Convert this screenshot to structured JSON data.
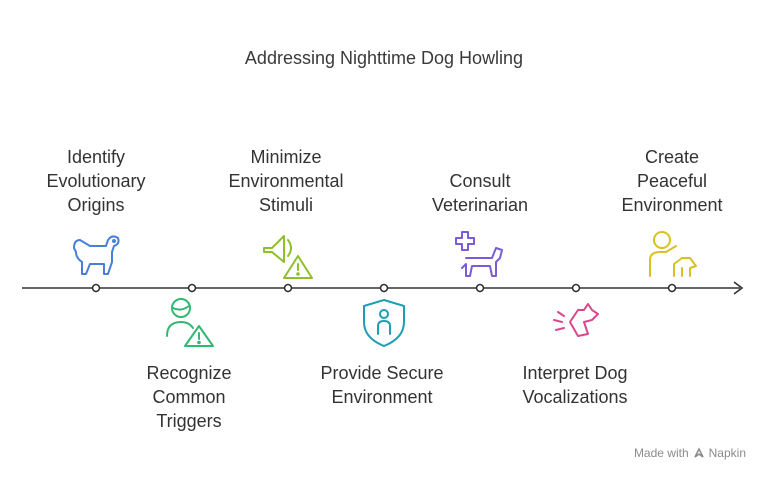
{
  "title": "Addressing Nighttime Dog Howling",
  "steps": [
    {
      "lines": [
        "Identify",
        "Evolutionary",
        "Origins"
      ],
      "icon": "dog-icon",
      "color": "#4a7fd9",
      "position": "above"
    },
    {
      "lines": [
        "Recognize",
        "Common",
        "Triggers"
      ],
      "icon": "person-warning-icon",
      "color": "#33b874",
      "position": "below"
    },
    {
      "lines": [
        "Minimize",
        "Environmental",
        "Stimuli"
      ],
      "icon": "sound-warning-icon",
      "color": "#8fbf2a",
      "position": "above"
    },
    {
      "lines": [
        "Provide Secure",
        "Environment"
      ],
      "icon": "shield-person-icon",
      "color": "#1f9db5",
      "position": "below"
    },
    {
      "lines": [
        "Consult",
        "Veterinarian"
      ],
      "icon": "medical-dog-icon",
      "color": "#7a5cd6",
      "position": "above"
    },
    {
      "lines": [
        "Interpret Dog",
        "Vocalizations"
      ],
      "icon": "barking-dog-icon",
      "color": "#d9488a",
      "position": "below"
    },
    {
      "lines": [
        "Create",
        "Peaceful",
        "Environment"
      ],
      "icon": "person-dog-icon",
      "color": "#d9c21f",
      "position": "above"
    }
  ],
  "footer": {
    "made_with": "Made with",
    "brand": "Napkin"
  }
}
